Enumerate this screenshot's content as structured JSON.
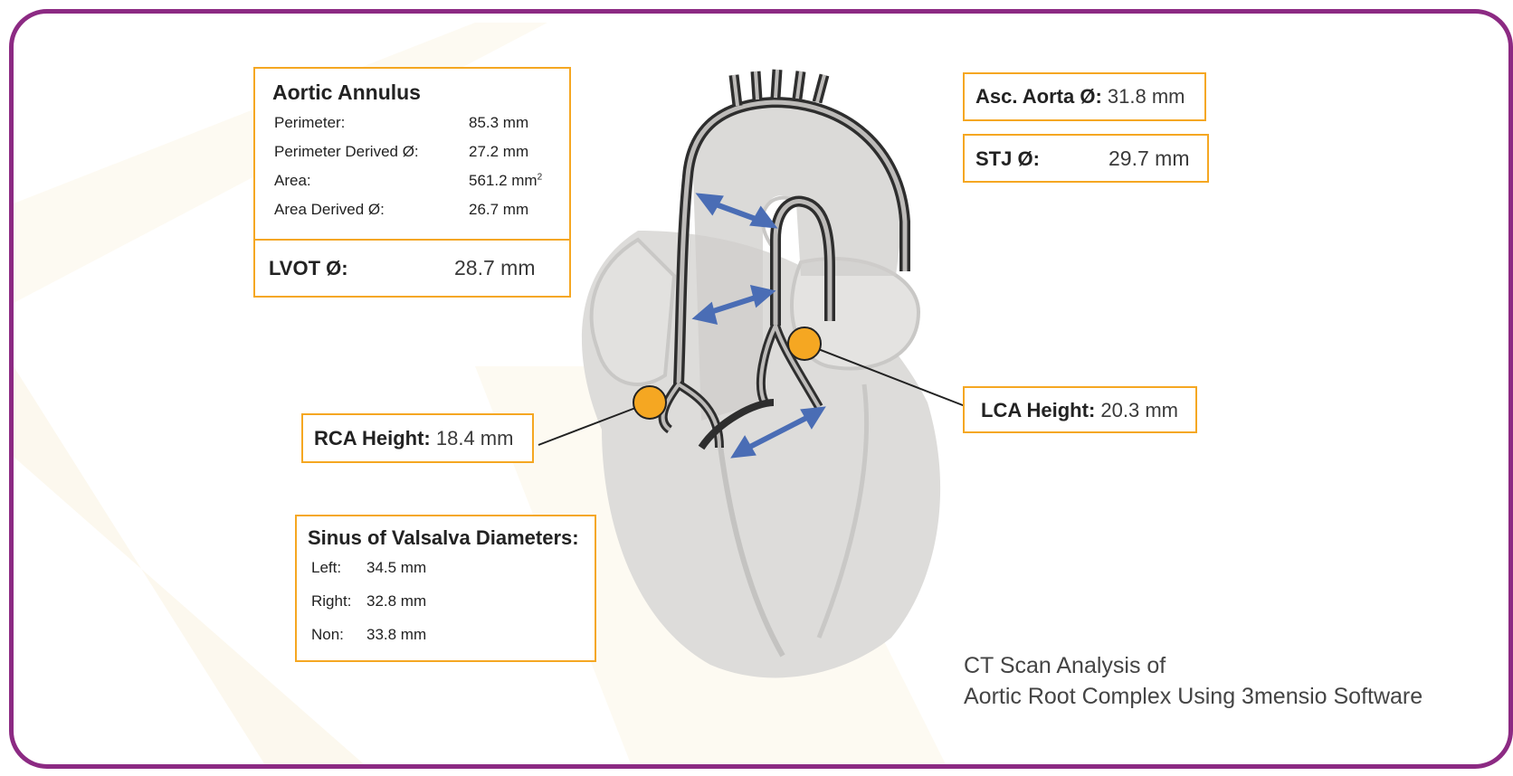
{
  "aortic_annulus": {
    "title": "Aortic Annulus",
    "rows": [
      {
        "label": "Perimeter:",
        "value": "85.3 mm"
      },
      {
        "label": "Perimeter Derived Ø:",
        "value": "27.2 mm"
      },
      {
        "label": "Area:",
        "value": "561.2 mm",
        "sup": "2"
      },
      {
        "label": "Area Derived Ø:",
        "value": "26.7 mm"
      }
    ]
  },
  "lvot": {
    "label": "LVOT Ø:",
    "value": "28.7 mm"
  },
  "asc_aorta": {
    "label": "Asc. Aorta Ø:",
    "value": "31.8 mm"
  },
  "stj": {
    "label": "STJ Ø:",
    "value": "29.7 mm"
  },
  "rca": {
    "label": "RCA Height:",
    "value": "18.4 mm"
  },
  "lca": {
    "label": "LCA Height:",
    "value": "20.3 mm"
  },
  "sinus": {
    "title": "Sinus of Valsalva Diameters:",
    "rows": [
      {
        "label": "Left:",
        "value": "34.5 mm"
      },
      {
        "label": "Right:",
        "value": "32.8 mm"
      },
      {
        "label": "Non:",
        "value": "33.8 mm"
      }
    ]
  },
  "caption": {
    "line1": "CT Scan Analysis of",
    "line2": "Aortic Root Complex Using 3mensio Software"
  },
  "colors": {
    "frame": "#8c2a83",
    "box_border": "#f5a722",
    "marker": "#f5a722",
    "arrow": "#4a6db5",
    "heart": "#d9d8d6"
  }
}
